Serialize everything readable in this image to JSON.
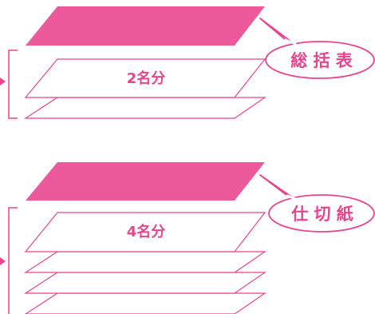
{
  "colors": {
    "pink": "#e8458e",
    "pink_fill": "#ec5a9b",
    "background": "#ffffff"
  },
  "top_group": {
    "bubble_label": "総 括 表",
    "sheet_label": "2名分",
    "sheet_count": 2
  },
  "bottom_group": {
    "bubble_label": "仕 切 紙",
    "sheet_label": "4名分",
    "sheet_count": 4
  }
}
